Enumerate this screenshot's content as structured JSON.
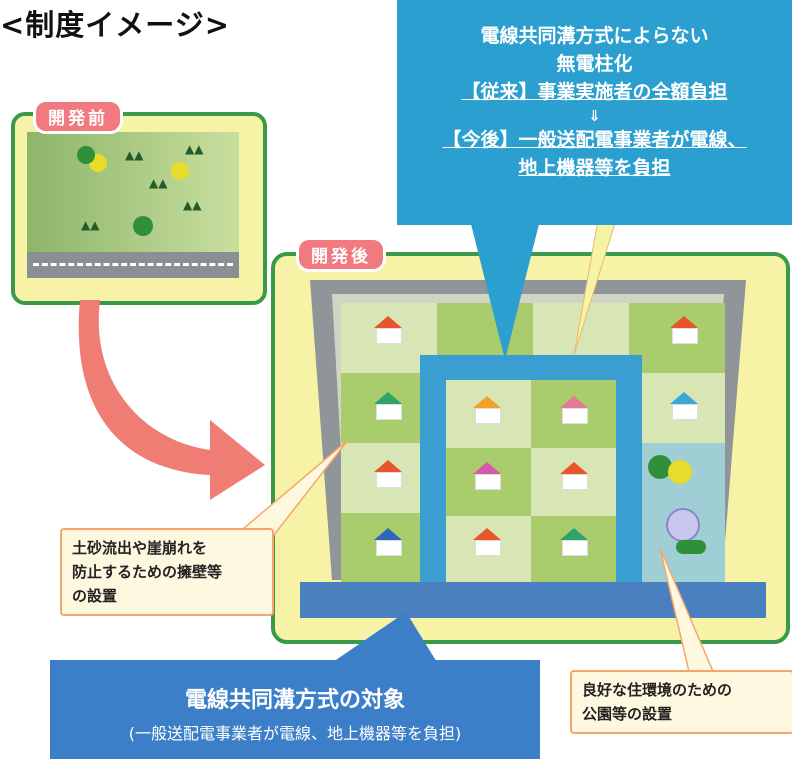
{
  "title": "<制度イメージ>",
  "before_tag": "開発前",
  "after_tag": "開発後",
  "top_callout": {
    "line1": "電線共同溝方式によらない",
    "line2": "無電柱化",
    "line3": "【従来】事業実施者の全額負担",
    "line4": "⇓",
    "line5": "【今後】一般送配電事業者が電線、",
    "line6": "地上機器等を負担"
  },
  "bottom_callout": {
    "title": "電線共同溝方式の対象",
    "subtitle": "(一般送配電事業者が電線、地上機器等を負担)"
  },
  "note_left": {
    "line1": "土砂流出や崖崩れを",
    "line2": "防止するための擁壁等",
    "line3": "の設置"
  },
  "note_right": {
    "line1": "良好な住環境のための",
    "line2": "公園等の設置"
  },
  "colors": {
    "callout_blue": "#2b9fcf",
    "target_blue": "#3c7fc8",
    "frame_green": "#3a9a4a",
    "tag_pink": "#f07a80",
    "arrow_salmon": "#ef7d74"
  }
}
